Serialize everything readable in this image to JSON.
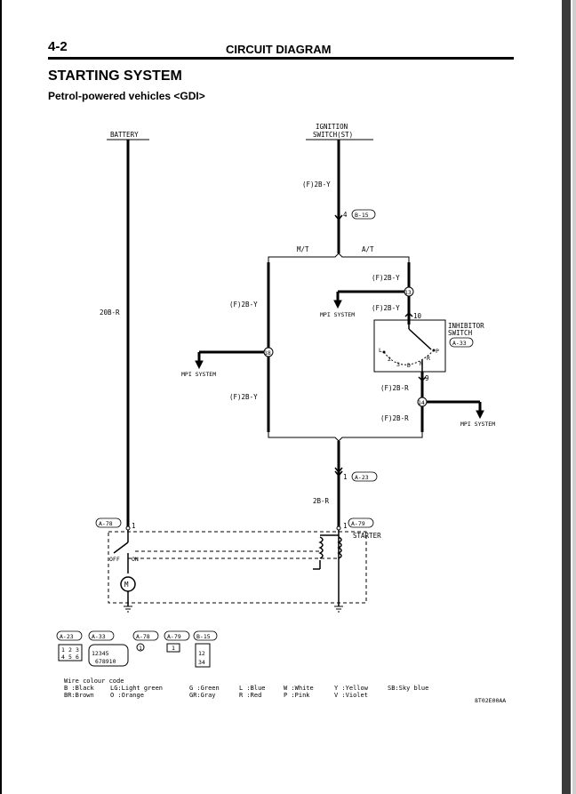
{
  "header": {
    "page_number": "4-2",
    "title": "CIRCUIT DIAGRAM"
  },
  "section": {
    "title": "STARTING SYSTEM",
    "subtitle": "Petrol-powered vehicles <GDI>"
  },
  "labels": {
    "battery": "BATTERY",
    "ignition_line1": "IGNITION",
    "ignition_line2": "SWITCH(ST)",
    "wire_2b_y_top": "(F)2B-Y",
    "pin_4": "4",
    "conn_b15": "B-15",
    "mt": "M/T",
    "at": "A/T",
    "wire_20b_r": "20B-R",
    "wire_2b_y_at1": "(F)2B-Y",
    "junction_13": "13",
    "mpi_right_upper": "MPI SYSTEM",
    "wire_2b_y_at2": "(F)2B-Y",
    "pin_10": "10",
    "inhibitor_line1": "INHIBITOR",
    "inhibitor_line2": "SWITCH",
    "conn_a33": "A-33",
    "pos_l": "L",
    "pos_2": "2",
    "pos_3": "3",
    "pos_d": "D",
    "pos_n": "N",
    "pos_r": "R",
    "pos_p": "P",
    "wire_2b_y_mt1": "(F)2B-Y",
    "junction_18": "18",
    "mpi_left": "MPI SYSTEM",
    "wire_2b_y_mt2": "(F)2B-Y",
    "pin_9": "9",
    "wire_2b_r_1": "(F)2B-R",
    "junction_14": "14",
    "wire_2b_r_2": "(F)2B-R",
    "mpi_right_lower": "MPI SYSTEM",
    "pin_1_a23": "1",
    "conn_a23": "A-23",
    "wire_2b_r": "2B-R",
    "conn_a78": "A-78",
    "pin_1_a78": "1",
    "pin_1_a79": "1",
    "conn_a79": "A-79",
    "starter": "STARTER",
    "off": "OFF",
    "on": "ON",
    "motor": "M"
  },
  "connectors": {
    "a23": {
      "code": "A-23",
      "pins": [
        "1",
        "2",
        "3",
        "4",
        "5",
        "6"
      ]
    },
    "a33": {
      "code": "A-33",
      "pins": [
        "1",
        "2",
        "3",
        "4",
        "5",
        "6",
        "7",
        "8",
        "9",
        "10"
      ]
    },
    "a78": {
      "code": "A-78",
      "pins": [
        "1"
      ]
    },
    "a79": {
      "code": "A-79",
      "pins": [
        "1"
      ]
    },
    "b15": {
      "code": "B-15",
      "pins": [
        "1",
        "2",
        "3",
        "4"
      ]
    }
  },
  "legend": {
    "title": "Wire colour code",
    "row1": [
      "B :Black",
      "LG:Light green",
      "G :Green",
      "L :Blue",
      "W :White",
      "Y :Yellow",
      "SB:Sky blue"
    ],
    "row2": [
      "BR:Brown",
      "O :Orange",
      "GR:Gray",
      "R :Red",
      "P :Pink",
      "V :Violet"
    ]
  },
  "figure_code": "8T02E00AA"
}
